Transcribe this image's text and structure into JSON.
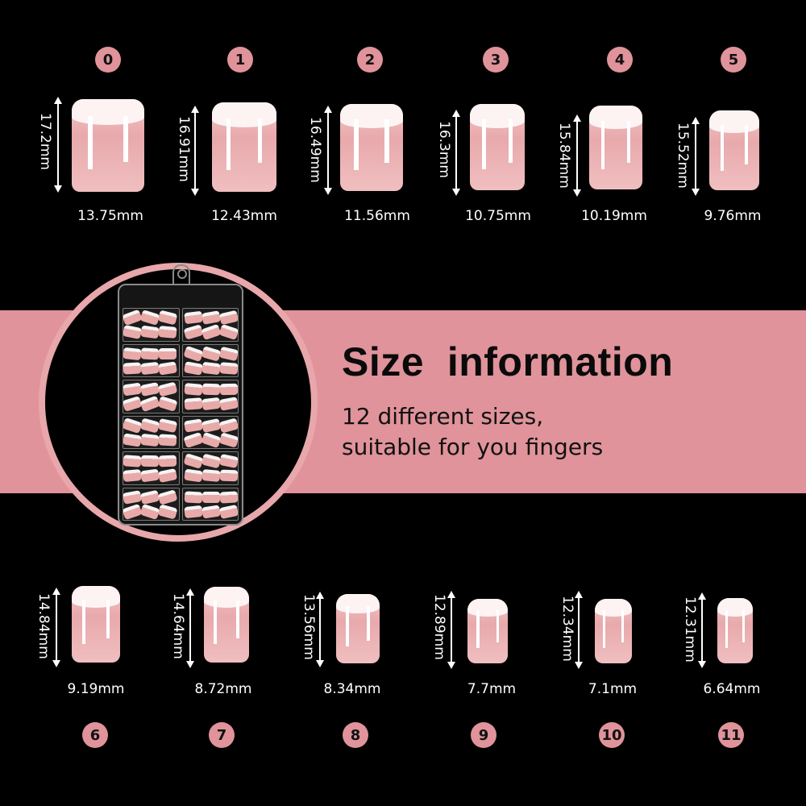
{
  "colors": {
    "background": "#000000",
    "band": "#e0939a",
    "badge": "#e0939a",
    "text": "#ffffff"
  },
  "heading": {
    "title": "Size  information",
    "line1": "12 different sizes,",
    "line2": "suitable for you fingers"
  },
  "sizes": [
    {
      "id": "0",
      "length": "17.2mm",
      "width": "13.75mm"
    },
    {
      "id": "1",
      "length": "16.91mm",
      "width": "12.43mm"
    },
    {
      "id": "2",
      "length": "16.49mm",
      "width": "11.56mm"
    },
    {
      "id": "3",
      "length": "16.3mm",
      "width": "10.75mm"
    },
    {
      "id": "4",
      "length": "15.84mm",
      "width": "10.19mm"
    },
    {
      "id": "5",
      "length": "15.52mm",
      "width": "9.76mm"
    },
    {
      "id": "6",
      "length": "14.84mm",
      "width": "9.19mm"
    },
    {
      "id": "7",
      "length": "14.64mm",
      "width": "8.72mm"
    },
    {
      "id": "8",
      "length": "13.56mm",
      "width": "8.34mm"
    },
    {
      "id": "9",
      "length": "12.89mm",
      "width": "7.7mm"
    },
    {
      "id": "10",
      "length": "12.34mm",
      "width": "7.1mm"
    },
    {
      "id": "11",
      "length": "12.31mm",
      "width": "6.64mm"
    }
  ],
  "product_image": {
    "description": "transparent storage box with 12 compartments of french-tip press-on nails"
  }
}
